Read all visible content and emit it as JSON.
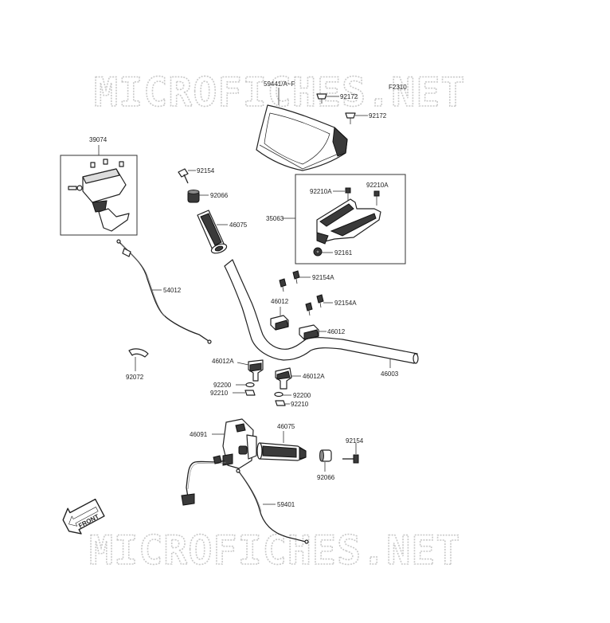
{
  "watermark": {
    "top_text": "MICROFICHES.NET",
    "bottom_text": "MICROFICHES.NET"
  },
  "diagram_code": "F2310",
  "front_marker": "FRONT",
  "labels": {
    "windshield": "59441/A~F",
    "screw_92172_a": "92172",
    "screw_92172_b": "92172",
    "box_39074": "39074",
    "bolt_92154_top": "92154",
    "collar_92066_top": "92066",
    "grip_46075_top": "46075",
    "bracket_35063": "35063",
    "bolt_92210A_left": "92210A",
    "bolt_92210A_right": "92210A",
    "nut_92161": "92161",
    "cable_54012": "54012",
    "bolt_92154A_a": "92154A",
    "holder_46012_left_label": "46012",
    "bolt_92154A_b": "92154A",
    "holder_46012_right": "46012",
    "clamp_92072": "92072",
    "handlebar_46003": "46003",
    "holder_46012A_left": "46012A",
    "holder_46012A_right": "46012A",
    "washer_92200_left": "92200",
    "washer_92210_left": "92210",
    "washer_92200_right": "92200",
    "washer_92210_right": "92210",
    "switch_46091": "46091",
    "grip_46075_bottom": "46075",
    "bolt_92154_bottom": "92154",
    "collar_92066_bottom": "92066",
    "cable_59401": "59401"
  },
  "colors": {
    "line": "#222222",
    "watermark": "#c9c9c9",
    "fill_dark": "#3a3a3a"
  }
}
